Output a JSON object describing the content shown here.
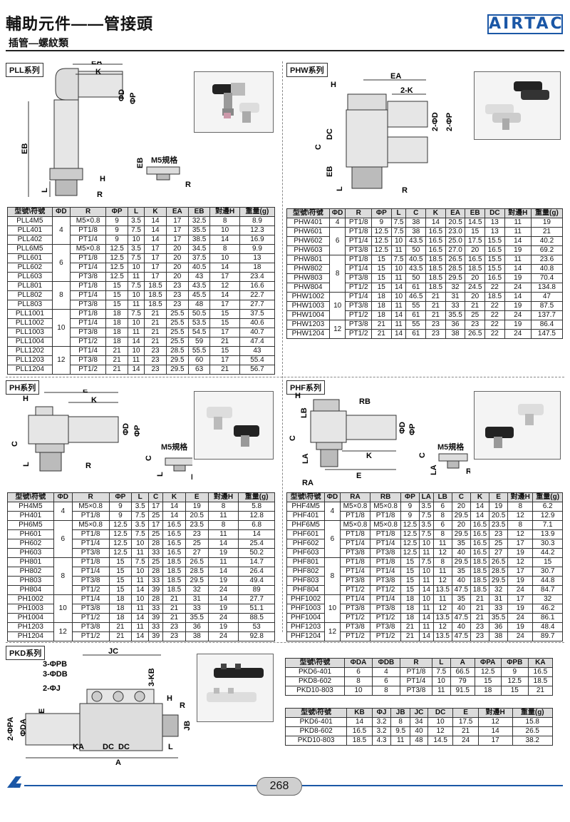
{
  "header": {
    "title": "輔助元件——管接頭",
    "subtitle": "插管—螺紋類",
    "logo": "AIRTAC"
  },
  "footer": {
    "page": "268"
  },
  "sections": {
    "pll": "PLL系列",
    "phw": "PHW系列",
    "ph": "PH系列",
    "phf": "PHF系列",
    "pkd": "PKD系列"
  },
  "labels": {
    "m5": "M5規格"
  },
  "pll": {
    "headers": [
      "型號\\符號",
      "ΦD",
      "R",
      "ΦP",
      "L",
      "K",
      "EA",
      "EB",
      "對邊H",
      "重量(g)"
    ],
    "rows": [
      [
        "PLL4M5",
        "4",
        "M5×0.8",
        "9",
        "3.5",
        "14",
        "17",
        "32.5",
        "8",
        "8.9"
      ],
      [
        "PLL401",
        "",
        "PT1/8",
        "9",
        "7.5",
        "14",
        "17",
        "35.5",
        "10",
        "12.3"
      ],
      [
        "PLL402",
        "",
        "PT1/4",
        "9",
        "10",
        "14",
        "17",
        "38.5",
        "14",
        "16.9"
      ],
      [
        "PLL6M5",
        "6",
        "M5×0.8",
        "12.5",
        "3.5",
        "17",
        "20",
        "34.5",
        "8",
        "9.9"
      ],
      [
        "PLL601",
        "",
        "PT1/8",
        "12.5",
        "7.5",
        "17",
        "20",
        "37.5",
        "10",
        "13"
      ],
      [
        "PLL602",
        "",
        "PT1/4",
        "12.5",
        "10",
        "17",
        "20",
        "40.5",
        "14",
        "18"
      ],
      [
        "PLL603",
        "",
        "PT3/8",
        "12.5",
        "11",
        "17",
        "20",
        "43",
        "17",
        "23.4"
      ],
      [
        "PLL801",
        "8",
        "PT1/8",
        "15",
        "7.5",
        "18.5",
        "23",
        "43.5",
        "12",
        "16.6"
      ],
      [
        "PLL802",
        "",
        "PT1/4",
        "15",
        "10",
        "18.5",
        "23",
        "45.5",
        "14",
        "22.7"
      ],
      [
        "PLL803",
        "",
        "PT3/8",
        "15",
        "11",
        "18.5",
        "23",
        "48",
        "17",
        "27.7"
      ],
      [
        "PLL1001",
        "10",
        "PT1/8",
        "18",
        "7.5",
        "21",
        "25.5",
        "50.5",
        "15",
        "37.5"
      ],
      [
        "PLL1002",
        "",
        "PT1/4",
        "18",
        "10",
        "21",
        "25.5",
        "53.5",
        "15",
        "40.6"
      ],
      [
        "PLL1003",
        "",
        "PT3/8",
        "18",
        "11",
        "21",
        "25.5",
        "54.5",
        "17",
        "40.7"
      ],
      [
        "PLL1004",
        "",
        "PT1/2",
        "18",
        "14",
        "21",
        "25.5",
        "59",
        "21",
        "47.4"
      ],
      [
        "PLL1202",
        "12",
        "PT1/4",
        "21",
        "10",
        "23",
        "28.5",
        "55.5",
        "15",
        "43"
      ],
      [
        "PLL1203",
        "",
        "PT3/8",
        "21",
        "11",
        "23",
        "29.5",
        "60",
        "17",
        "55.4"
      ],
      [
        "PLL1204",
        "",
        "PT1/2",
        "21",
        "14",
        "23",
        "29.5",
        "63",
        "21",
        "56.7"
      ]
    ],
    "spans": [
      [
        0,
        3
      ],
      [
        3,
        4
      ],
      [
        7,
        3
      ],
      [
        10,
        4
      ],
      [
        14,
        3
      ]
    ]
  },
  "phw": {
    "headers": [
      "型號\\符號",
      "ΦD",
      "R",
      "ΦP",
      "L",
      "C",
      "K",
      "EA",
      "EB",
      "DC",
      "對邊H",
      "重量(g)"
    ],
    "rows": [
      [
        "PHW401",
        "4",
        "PT1/8",
        "9",
        "7.5",
        "38",
        "14",
        "20.5",
        "14.5",
        "13",
        "11",
        "19"
      ],
      [
        "PHW601",
        "6",
        "PT1/8",
        "12.5",
        "7.5",
        "38",
        "16.5",
        "23.0",
        "15",
        "13",
        "11",
        "21"
      ],
      [
        "PHW602",
        "",
        "PT1/4",
        "12.5",
        "10",
        "43.5",
        "16.5",
        "25.0",
        "17.5",
        "15.5",
        "14",
        "40.2"
      ],
      [
        "PHW603",
        "",
        "PT3/8",
        "12.5",
        "11",
        "50",
        "16.5",
        "27.0",
        "20",
        "16.5",
        "19",
        "69.2"
      ],
      [
        "PHW801",
        "8",
        "PT1/8",
        "15",
        "7.5",
        "40.5",
        "18.5",
        "26.5",
        "16.5",
        "15.5",
        "11",
        "23.6"
      ],
      [
        "PHW802",
        "",
        "PT1/4",
        "15",
        "10",
        "43.5",
        "18.5",
        "28.5",
        "18.5",
        "15.5",
        "14",
        "40.8"
      ],
      [
        "PHW803",
        "",
        "PT3/8",
        "15",
        "11",
        "50",
        "18.5",
        "29.5",
        "20",
        "16.5",
        "19",
        "70.4"
      ],
      [
        "PHW804",
        "",
        "PT1/2",
        "15",
        "14",
        "61",
        "18.5",
        "32",
        "24.5",
        "22",
        "24",
        "134.8"
      ],
      [
        "PHW1002",
        "10",
        "PT1/4",
        "18",
        "10",
        "46.5",
        "21",
        "31",
        "20",
        "18.5",
        "14",
        "47"
      ],
      [
        "PHW1003",
        "",
        "PT3/8",
        "18",
        "11",
        "55",
        "21",
        "33",
        "21",
        "22",
        "19",
        "87.5"
      ],
      [
        "PHW1004",
        "",
        "PT1/2",
        "18",
        "14",
        "61",
        "21",
        "35.5",
        "25",
        "22",
        "24",
        "137.7"
      ],
      [
        "PHW1203",
        "12",
        "PT3/8",
        "21",
        "11",
        "55",
        "23",
        "36",
        "23",
        "22",
        "19",
        "86.4"
      ],
      [
        "PHW1204",
        "",
        "PT1/2",
        "21",
        "14",
        "61",
        "23",
        "38",
        "26.5",
        "22",
        "24",
        "147.5"
      ]
    ],
    "spans": [
      [
        0,
        1
      ],
      [
        1,
        3
      ],
      [
        4,
        4
      ],
      [
        8,
        3
      ],
      [
        11,
        2
      ]
    ]
  },
  "ph": {
    "headers": [
      "型號\\符號",
      "ΦD",
      "R",
      "ΦP",
      "L",
      "C",
      "K",
      "E",
      "對邊H",
      "重量(g)"
    ],
    "rows": [
      [
        "PH4M5",
        "4",
        "M5×0.8",
        "9",
        "3.5",
        "17",
        "14",
        "19",
        "8",
        "5.8"
      ],
      [
        "PH401",
        "",
        "PT1/8",
        "9",
        "7.5",
        "25",
        "14",
        "20.5",
        "11",
        "12.8"
      ],
      [
        "PH6M5",
        "6",
        "M5×0.8",
        "12.5",
        "3.5",
        "17",
        "16.5",
        "23.5",
        "8",
        "6.8"
      ],
      [
        "PH601",
        "",
        "PT1/8",
        "12.5",
        "7.5",
        "25",
        "16.5",
        "23",
        "11",
        "14"
      ],
      [
        "PH602",
        "",
        "PT1/4",
        "12.5",
        "10",
        "28",
        "16.5",
        "25",
        "14",
        "25.4"
      ],
      [
        "PH603",
        "",
        "PT3/8",
        "12.5",
        "11",
        "33",
        "16.5",
        "27",
        "19",
        "50.2"
      ],
      [
        "PH801",
        "8",
        "PT1/8",
        "15",
        "7.5",
        "25",
        "18.5",
        "26.5",
        "11",
        "14.7"
      ],
      [
        "PH802",
        "",
        "PT1/4",
        "15",
        "10",
        "28",
        "18.5",
        "28.5",
        "14",
        "26.4"
      ],
      [
        "PH803",
        "",
        "PT3/8",
        "15",
        "11",
        "33",
        "18.5",
        "29.5",
        "19",
        "49.4"
      ],
      [
        "PH804",
        "",
        "PT1/2",
        "15",
        "14",
        "39",
        "18.5",
        "32",
        "24",
        "89"
      ],
      [
        "PH1002",
        "10",
        "PT1/4",
        "18",
        "10",
        "28",
        "21",
        "31",
        "14",
        "27.7"
      ],
      [
        "PH1003",
        "",
        "PT3/8",
        "18",
        "11",
        "33",
        "21",
        "33",
        "19",
        "51.1"
      ],
      [
        "PH1004",
        "",
        "PT1/2",
        "18",
        "14",
        "39",
        "21",
        "35.5",
        "24",
        "88.5"
      ],
      [
        "PH1203",
        "12",
        "PT3/8",
        "21",
        "11",
        "33",
        "23",
        "36",
        "19",
        "53"
      ],
      [
        "PH1204",
        "",
        "PT1/2",
        "21",
        "14",
        "39",
        "23",
        "38",
        "24",
        "92.8"
      ]
    ],
    "spans": [
      [
        0,
        2
      ],
      [
        2,
        4
      ],
      [
        6,
        4
      ],
      [
        10,
        3
      ],
      [
        13,
        2
      ]
    ]
  },
  "phf": {
    "headers": [
      "型號\\符號",
      "ΦD",
      "RA",
      "RB",
      "ΦP",
      "LA",
      "LB",
      "C",
      "K",
      "E",
      "對邊H",
      "重量(g)"
    ],
    "rows": [
      [
        "PHF4M5",
        "4",
        "M5×0.8",
        "M5×0.8",
        "9",
        "3.5",
        "6",
        "20",
        "14",
        "19",
        "8",
        "6.2"
      ],
      [
        "PHF401",
        "",
        "PT1/8",
        "PT1/8",
        "9",
        "7.5",
        "8",
        "29.5",
        "14",
        "20.5",
        "12",
        "12.9"
      ],
      [
        "PHF6M5",
        "6",
        "M5×0.8",
        "M5×0.8",
        "12.5",
        "3.5",
        "6",
        "20",
        "16.5",
        "23.5",
        "8",
        "7.1"
      ],
      [
        "PHF601",
        "",
        "PT1/8",
        "PT1/8",
        "12.5",
        "7.5",
        "8",
        "29.5",
        "16.5",
        "23",
        "12",
        "13.9"
      ],
      [
        "PHF602",
        "",
        "PT1/4",
        "PT1/4",
        "12.5",
        "10",
        "11",
        "35",
        "16.5",
        "25",
        "17",
        "30.3"
      ],
      [
        "PHF603",
        "",
        "PT3/8",
        "PT3/8",
        "12.5",
        "11",
        "12",
        "40",
        "16.5",
        "27",
        "19",
        "44.2"
      ],
      [
        "PHF801",
        "8",
        "PT1/8",
        "PT1/8",
        "15",
        "7.5",
        "8",
        "29.5",
        "18.5",
        "26.5",
        "12",
        "15"
      ],
      [
        "PHF802",
        "",
        "PT1/4",
        "PT1/4",
        "15",
        "10",
        "11",
        "35",
        "18.5",
        "28.5",
        "17",
        "30.7"
      ],
      [
        "PHF803",
        "",
        "PT3/8",
        "PT3/8",
        "15",
        "11",
        "12",
        "40",
        "18.5",
        "29.5",
        "19",
        "44.8"
      ],
      [
        "PHF804",
        "",
        "PT1/2",
        "PT1/2",
        "15",
        "14",
        "13.5",
        "47.5",
        "18.5",
        "32",
        "24",
        "84.7"
      ],
      [
        "PHF1002",
        "10",
        "PT1/4",
        "PT1/4",
        "18",
        "10",
        "11",
        "35",
        "21",
        "31",
        "17",
        "32"
      ],
      [
        "PHF1003",
        "",
        "PT3/8",
        "PT3/8",
        "18",
        "11",
        "12",
        "40",
        "21",
        "33",
        "19",
        "46.2"
      ],
      [
        "PHF1004",
        "",
        "PT1/2",
        "PT1/2",
        "18",
        "14",
        "13.5",
        "47.5",
        "21",
        "35.5",
        "24",
        "86.1"
      ],
      [
        "PHF1203",
        "12",
        "PT3/8",
        "PT3/8",
        "21",
        "11",
        "12",
        "40",
        "23",
        "36",
        "19",
        "48.4"
      ],
      [
        "PHF1204",
        "",
        "PT1/2",
        "PT1/2",
        "21",
        "14",
        "13.5",
        "47.5",
        "23",
        "38",
        "24",
        "89.7"
      ]
    ],
    "spans": [
      [
        0,
        2
      ],
      [
        2,
        4
      ],
      [
        6,
        4
      ],
      [
        10,
        3
      ],
      [
        13,
        2
      ]
    ]
  },
  "pkd1": {
    "headers": [
      "型號\\符號",
      "ΦDA",
      "ΦDB",
      "R",
      "L",
      "A",
      "ΦPA",
      "ΦPB",
      "KA"
    ],
    "rows": [
      [
        "PKD6-401",
        "6",
        "4",
        "PT1/8",
        "7.5",
        "66.5",
        "12.5",
        "9",
        "16.5"
      ],
      [
        "PKD8-602",
        "8",
        "6",
        "PT1/4",
        "10",
        "79",
        "15",
        "12.5",
        "18.5"
      ],
      [
        "PKD10-803",
        "10",
        "8",
        "PT3/8",
        "11",
        "91.5",
        "18",
        "15",
        "21"
      ]
    ]
  },
  "pkd2": {
    "headers": [
      "型號\\符號",
      "KB",
      "ΦJ",
      "JB",
      "JC",
      "DC",
      "E",
      "對邊H",
      "重量(g)"
    ],
    "rows": [
      [
        "PKD6-401",
        "14",
        "3.2",
        "8",
        "34",
        "10",
        "17.5",
        "12",
        "15.8"
      ],
      [
        "PKD8-602",
        "16.5",
        "3.2",
        "9.5",
        "40",
        "12",
        "21",
        "14",
        "26.5"
      ],
      [
        "PKD10-803",
        "18.5",
        "4.3",
        "11",
        "48",
        "14.5",
        "24",
        "17",
        "38.2"
      ]
    ]
  },
  "dims": {
    "pll": [
      "EA",
      "K",
      "ΦD",
      "ΦP",
      "EB",
      "L",
      "H",
      "R",
      "EB",
      "R"
    ],
    "phw": [
      "EA",
      "H",
      "2-K",
      "2-ΦD",
      "2-ΦP",
      "DC",
      "C",
      "EB",
      "L",
      "R"
    ],
    "ph": [
      "E",
      "H",
      "K",
      "ΦD",
      "ΦP",
      "C",
      "L",
      "R",
      "C",
      "L",
      "R"
    ],
    "phf": [
      "H",
      "RB",
      "LB",
      "C",
      "ΦD",
      "ΦP",
      "LA",
      "K",
      "E",
      "RA",
      "C",
      "LA",
      "RA"
    ],
    "pkd": [
      "JC",
      "3-ΦPB",
      "3-ΦDB",
      "2-ΦJ",
      "3-KB",
      "H",
      "R",
      "2-ΦPA",
      "ΦDA",
      "E",
      "JB",
      "KA",
      "DC",
      "DC",
      "A",
      "L"
    ]
  },
  "icons": [
    "pll-fitting-photo",
    "phw-fitting-photo",
    "ph-fitting-photo",
    "phf-fitting-photo",
    "pkd-fitting-photo"
  ]
}
